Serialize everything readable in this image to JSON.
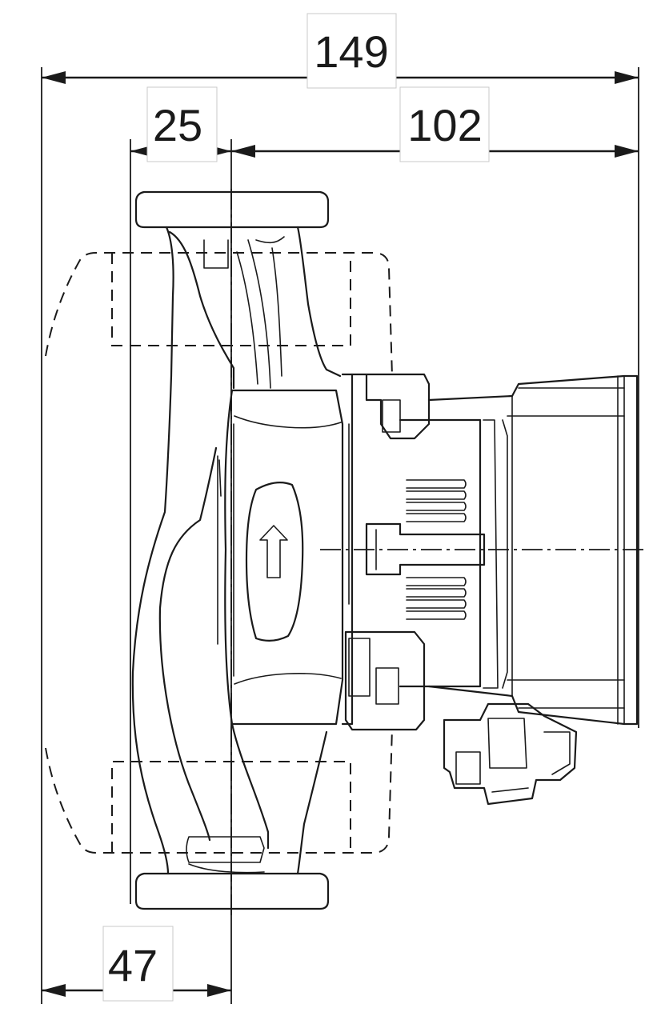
{
  "dimensions": {
    "overall_width": "149",
    "inlet_offset": "25",
    "motor_length": "102",
    "flange_to_axis": "47"
  },
  "symbols": {
    "flow_direction": "arrow-up-icon"
  }
}
